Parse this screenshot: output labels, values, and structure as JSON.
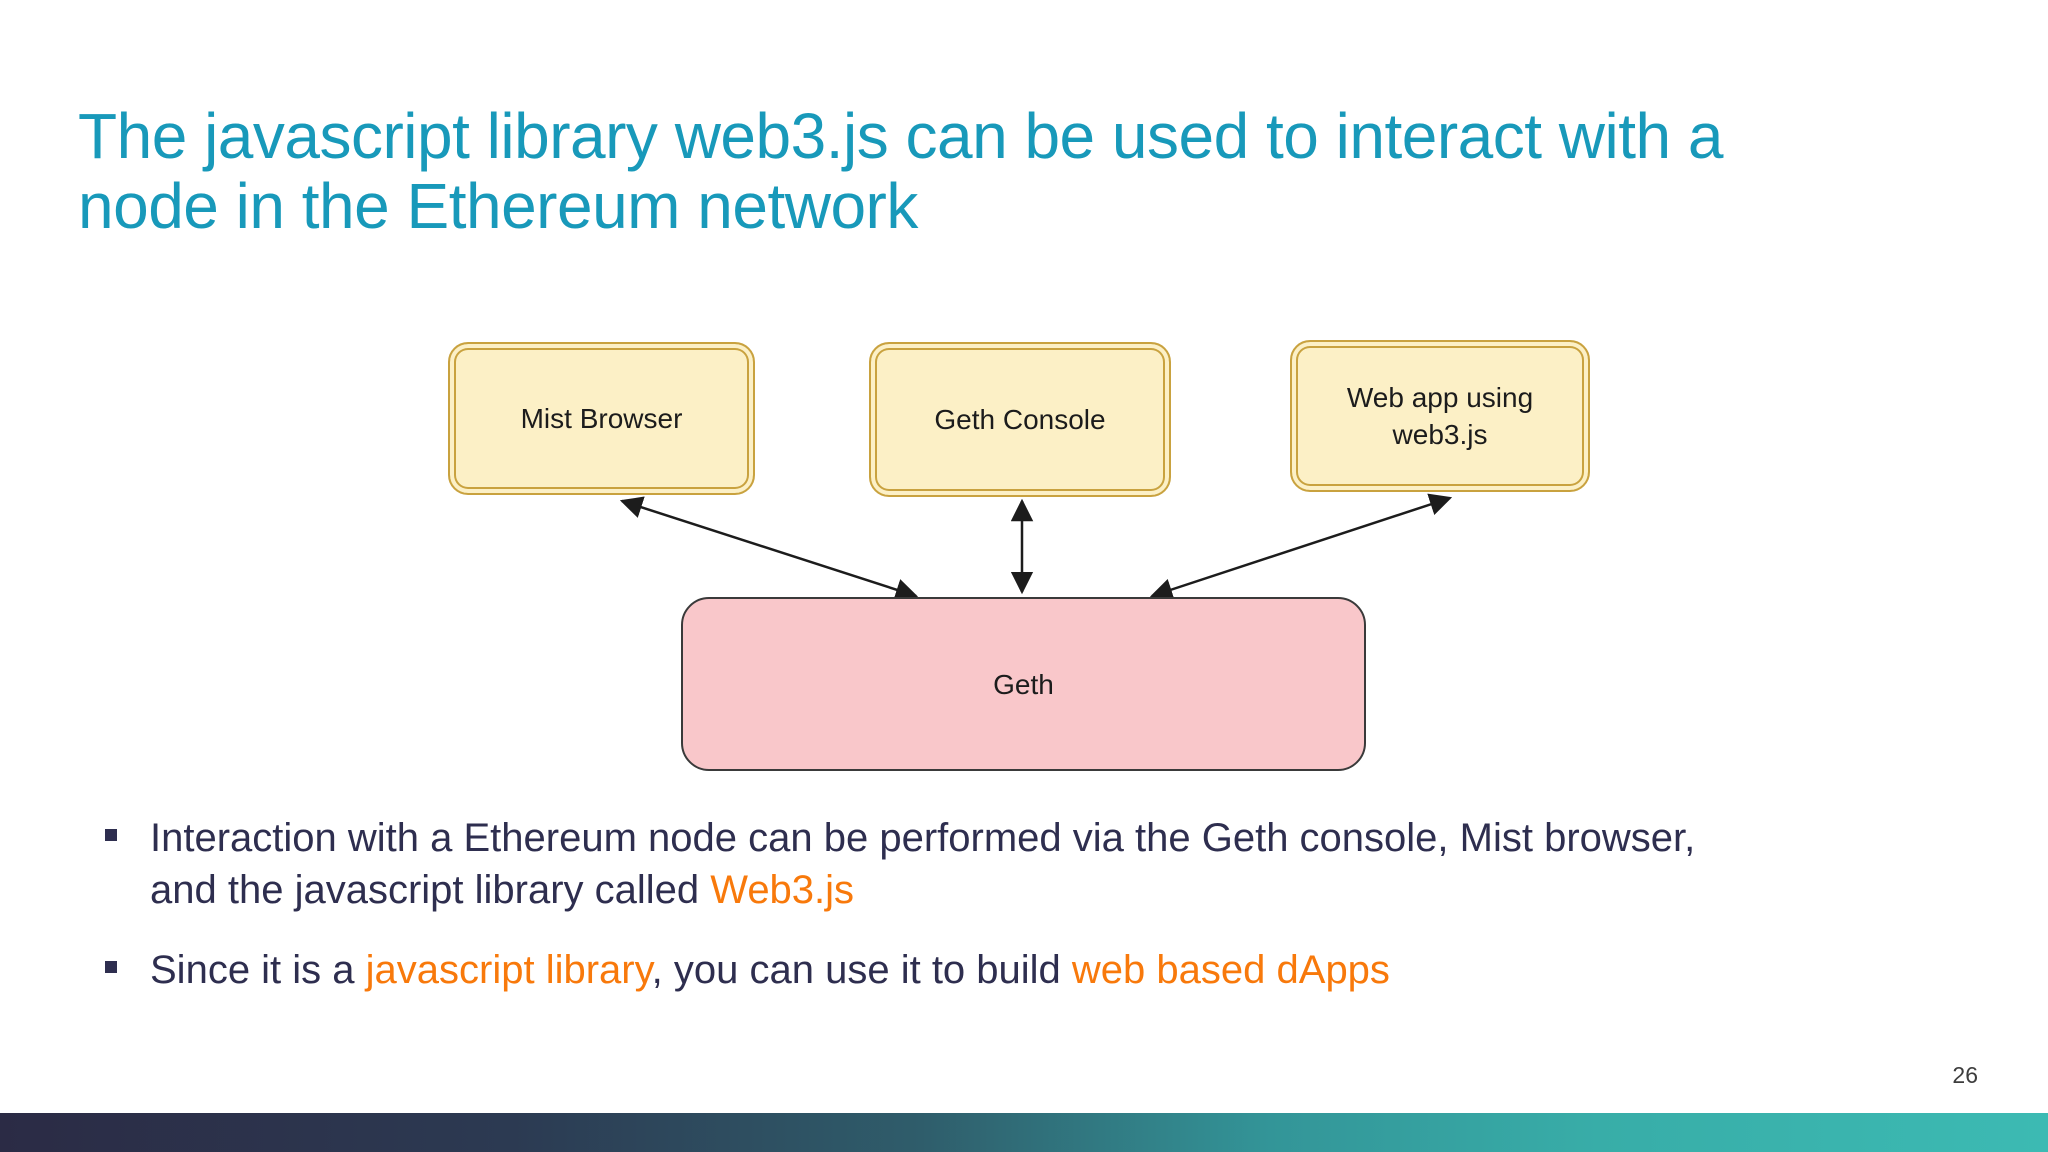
{
  "slide": {
    "title_line1": "The javascript library web3.js can be used to interact with a",
    "title_line2": "node in the Ethereum network",
    "page_number": "26"
  },
  "diagram": {
    "nodes": [
      {
        "id": "mist",
        "label": "Mist Browser"
      },
      {
        "id": "geth-console",
        "label": "Geth Console"
      },
      {
        "id": "web-app",
        "label": "Web app using web3.js"
      },
      {
        "id": "geth",
        "label": "Geth"
      }
    ],
    "edges": [
      {
        "from": "geth",
        "to": "mist",
        "bidirectional": true
      },
      {
        "from": "geth",
        "to": "geth-console",
        "bidirectional": true
      },
      {
        "from": "geth",
        "to": "web-app",
        "bidirectional": true
      }
    ]
  },
  "bullets": [
    {
      "segments": [
        {
          "text": "Interaction with a Ethereum node can be performed via the Geth console, Mist browser,"
        },
        {
          "break": true
        },
        {
          "text": "and the javascript library called "
        },
        {
          "text": "Web3.js",
          "accent": true
        }
      ]
    },
    {
      "segments": [
        {
          "text": "Since it is a "
        },
        {
          "text": "javascript library",
          "accent": true
        },
        {
          "text": ", you can use it to build "
        },
        {
          "text": "web based dApps",
          "accent": true
        }
      ]
    }
  ],
  "colors": {
    "title_teal": "#1899BA",
    "body_navy": "#2E2E4F",
    "accent_orange": "#F8790B",
    "node_fill_yellow": "#FCF0C6",
    "node_border_gold": "#C9A23F",
    "node_fill_pink": "#F9C7CA",
    "node_border_dark": "#3A3A3A",
    "footer_left": "#2B2B45",
    "footer_right": "#3CBAB3"
  }
}
